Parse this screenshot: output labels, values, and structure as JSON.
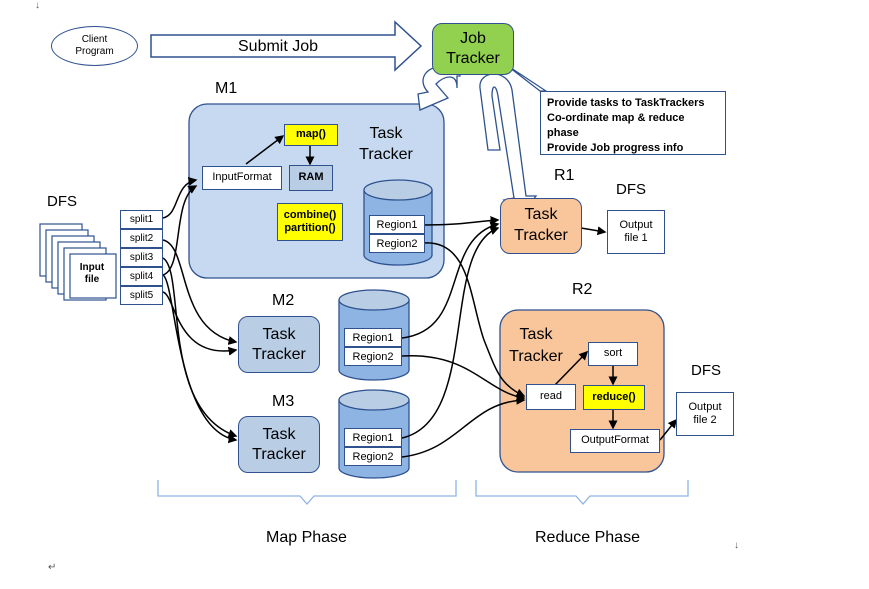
{
  "client_program": {
    "line1": "Client",
    "line2": "Program"
  },
  "submit_job": "Submit Job",
  "job_tracker": {
    "line1": "Job",
    "line2": "Tracker"
  },
  "job_tracker_notes": [
    "Provide tasks to TaskTrackers",
    "Co-ordinate map & reduce phase",
    "Provide Job progress info"
  ],
  "dfs_left": "DFS",
  "input_file": {
    "line1": "Input",
    "line2": "file"
  },
  "splits": [
    "split1",
    "split2",
    "split3",
    "split4",
    "split5"
  ],
  "m1": {
    "name": "M1",
    "tt_line1": "Task",
    "tt_line2": "Tracker",
    "map": "map()",
    "input_format": "InputFormat",
    "ram": "RAM",
    "combine": "combine()",
    "partition": "partition()",
    "region1": "Region1",
    "region2": "Region2"
  },
  "m2": {
    "name": "M2",
    "tt_line1": "Task",
    "tt_line2": "Tracker",
    "region1": "Region1",
    "region2": "Region2"
  },
  "m3": {
    "name": "M3",
    "tt_line1": "Task",
    "tt_line2": "Tracker",
    "region1": "Region1",
    "region2": "Region2"
  },
  "r1": {
    "name": "R1",
    "tt_line1": "Task",
    "tt_line2": "Tracker",
    "dfs": "DFS",
    "output_line1": "Output",
    "output_line2": "file 1"
  },
  "r2": {
    "name": "R2",
    "tt_line1": "Task",
    "tt_line2": "Tracker",
    "sort": "sort",
    "read": "read",
    "reduce": "reduce()",
    "output_format": "OutputFormat",
    "dfs": "DFS",
    "output_line1": "Output",
    "output_line2": "file 2"
  },
  "map_phase": "Map Phase",
  "reduce_phase": "Reduce Phase",
  "colors": {
    "border": "#2f528f",
    "light_blue": "#b9cde5",
    "m1_panel": "#c6d9f1",
    "orange": "#f9c59a",
    "green": "#92d050",
    "yellow": "#ffff00"
  }
}
